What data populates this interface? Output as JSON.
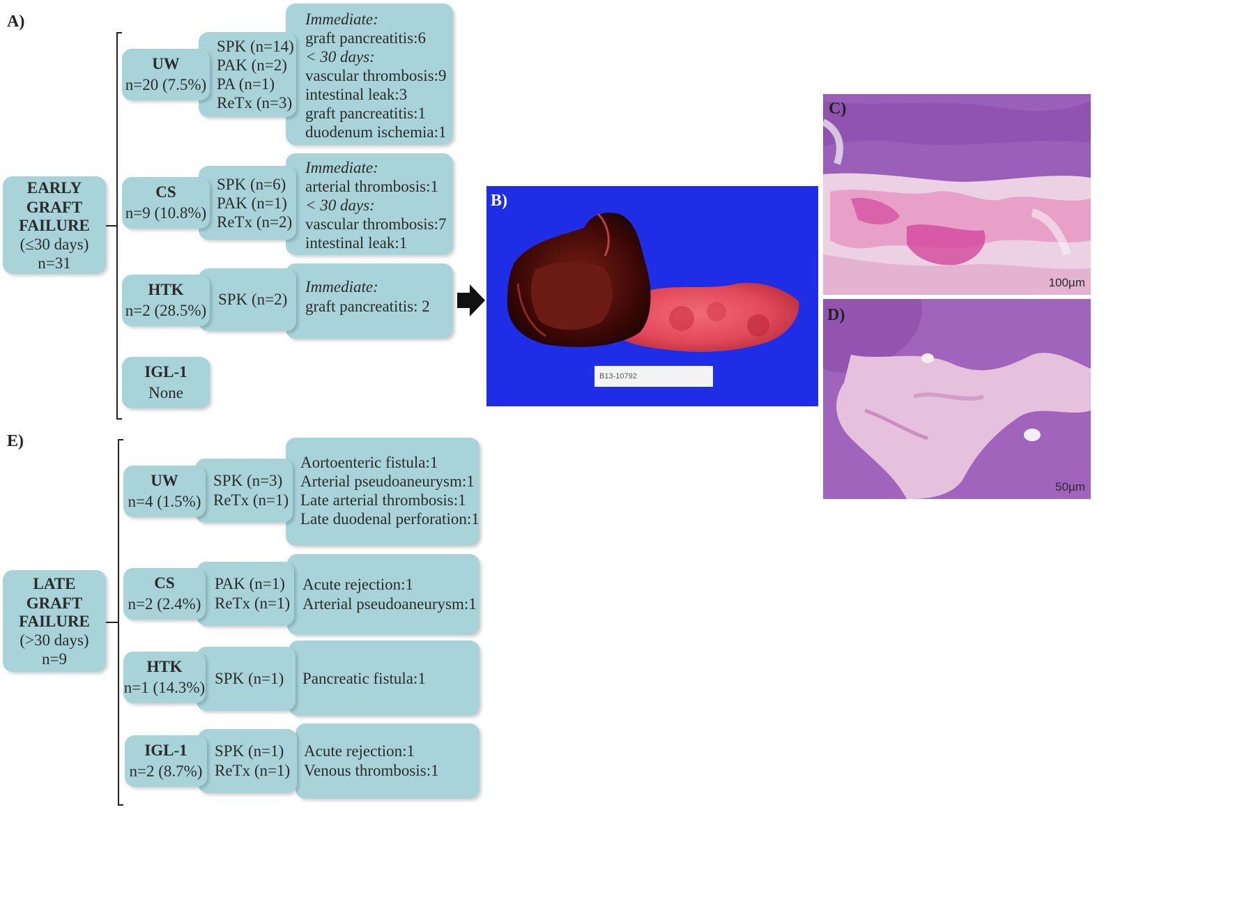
{
  "panel_labels": {
    "a": "A)",
    "b": "B)",
    "c": "C)",
    "d": "D)",
    "e": "E)"
  },
  "early": {
    "title_lines": [
      "EARLY",
      "GRAFT",
      "FAILURE"
    ],
    "sub": "(≤30 days)",
    "n": "n=31",
    "groups": [
      {
        "name": "UW",
        "n": "n=20 (7.5%)",
        "types": [
          "SPK (n=14)",
          "PAK (n=2)",
          "PA (n=1)",
          "ReTx (n=3)"
        ],
        "causes": [
          {
            "text": "Immediate:",
            "italic": true
          },
          {
            "text": "graft pancreatitis:6"
          },
          {
            "text": "< 30 days:",
            "italic": true
          },
          {
            "text": "vascular thrombosis:9"
          },
          {
            "text": "intestinal leak:3"
          },
          {
            "text": "graft pancreatitis:1"
          },
          {
            "text": "duodenum ischemia:1"
          }
        ]
      },
      {
        "name": "CS",
        "n": "n=9 (10.8%)",
        "types": [
          "SPK (n=6)",
          "PAK (n=1)",
          "ReTx (n=2)"
        ],
        "causes": [
          {
            "text": "Immediate:",
            "italic": true
          },
          {
            "text": "arterial thrombosis:1"
          },
          {
            "text": "< 30 days:",
            "italic": true
          },
          {
            "text": "vascular thrombosis:7"
          },
          {
            "text": "intestinal leak:1"
          }
        ]
      },
      {
        "name": "HTK",
        "n": "n=2 (28.5%)",
        "types": [
          "SPK (n=2)"
        ],
        "causes": [
          {
            "text": "Immediate:",
            "italic": true
          },
          {
            "text": "graft pancreatitis: 2"
          }
        ]
      },
      {
        "name": "IGL-1",
        "n": "None",
        "types": [],
        "causes": []
      }
    ]
  },
  "late": {
    "title_lines": [
      "LATE",
      "GRAFT",
      "FAILURE"
    ],
    "sub": "(>30 days)",
    "n": "n=9",
    "groups": [
      {
        "name": "UW",
        "n": "n=4 (1.5%)",
        "types": [
          "SPK (n=3)",
          "ReTx (n=1)"
        ],
        "causes": [
          {
            "text": "Aortoenteric fistula:1"
          },
          {
            "text": "Arterial pseudoaneurysm:1"
          },
          {
            "text": "Late arterial thrombosis:1"
          },
          {
            "text": "Late duodenal perforation:1"
          }
        ]
      },
      {
        "name": "CS",
        "n": "n=2 (2.4%)",
        "types": [
          "PAK (n=1)",
          "ReTx (n=1)"
        ],
        "causes": [
          {
            "text": "Acute rejection:1"
          },
          {
            "text": "Arterial pseudoaneurysm:1"
          }
        ]
      },
      {
        "name": "HTK",
        "n": "n=1 (14.3%)",
        "types": [
          "SPK (n=1)"
        ],
        "causes": [
          {
            "text": "Pancreatic fistula:1"
          }
        ]
      },
      {
        "name": "IGL-1",
        "n": "n=2 (8.7%)",
        "types": [
          "SPK (n=1)",
          "ReTx (n=1)"
        ],
        "causes": [
          {
            "text": "Acute rejection:1"
          },
          {
            "text": "Venous thrombosis:1"
          }
        ]
      }
    ]
  },
  "photo_b": {
    "specimen_label": "B13-10792"
  },
  "micro_c": {
    "scale": "100µm"
  },
  "micro_d": {
    "scale": "50µm"
  },
  "colors": {
    "box": "#a7d3d9",
    "photo_bg": "#1f2ee6",
    "stain_pink": "#d98fc7",
    "stain_purple": "#8e4fb0"
  }
}
